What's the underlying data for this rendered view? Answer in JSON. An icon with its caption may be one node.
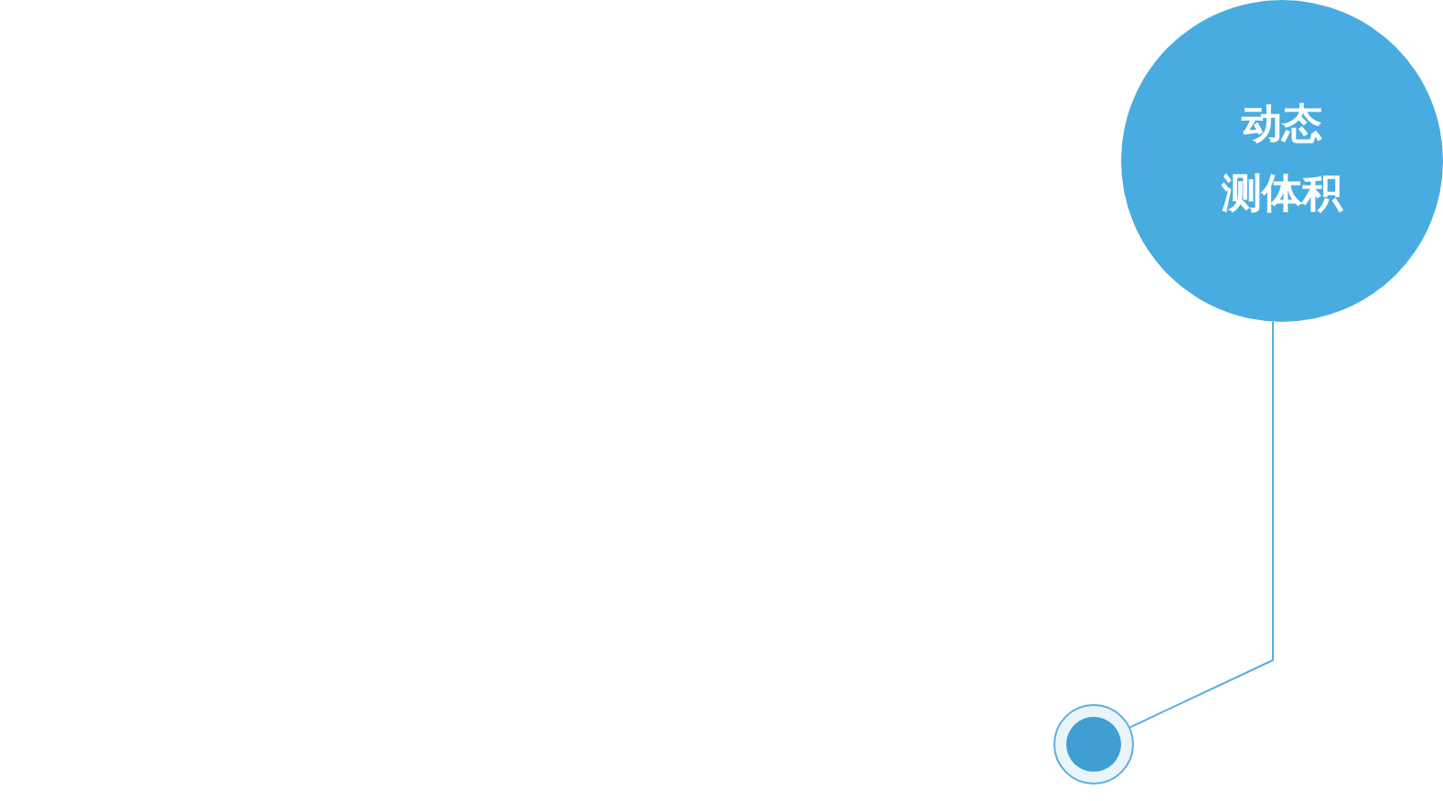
{
  "diagram": {
    "nodes": [
      {
        "text": [
          "动态测体积"
        ]
      },
      {
        "text": [],
        "shape": "circle"
      }
    ],
    "edges": [
      {
        "from": 0,
        "to": 1,
        "arrow": "none"
      }
    ]
  }
}
